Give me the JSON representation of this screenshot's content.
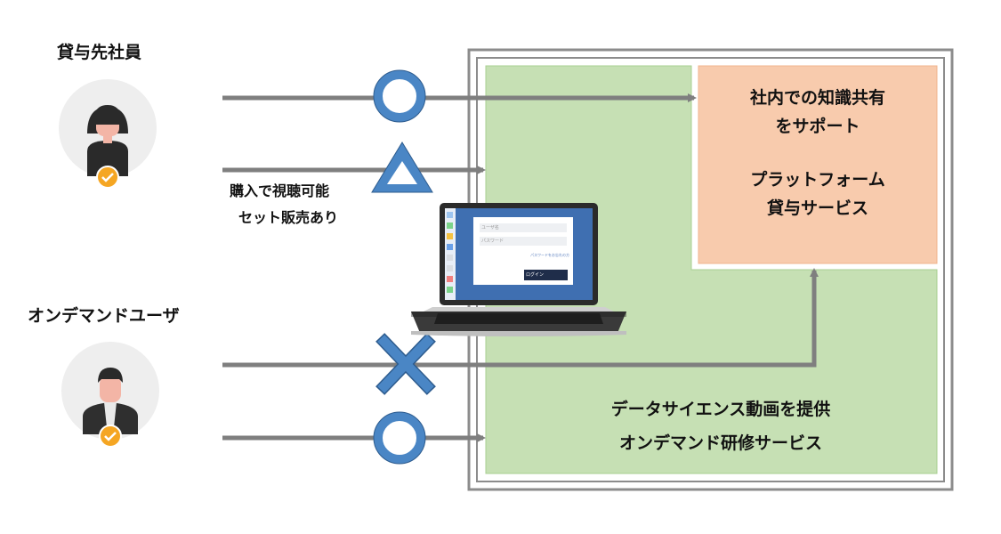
{
  "users": {
    "employee_label": "貸与先社員",
    "ondemand_label": "オンデマンドユーザ"
  },
  "notes": {
    "line1": "購入で視聴可能",
    "line2": "セット販売あり"
  },
  "platform_box": {
    "line1": "社内での知識共有",
    "line2": "をサポート",
    "line3": "プラットフォーム",
    "line4": "貸与サービス"
  },
  "service_box": {
    "line1": "データサイエンス動画を提供",
    "line2": "オンデマンド研修サービス"
  },
  "laptop_screen": {
    "field1": "ユーザ名",
    "field2": "パスワード",
    "link": "パスワードをお忘れの方",
    "button": "ログイン"
  },
  "colors": {
    "arrow": "#7f7f7f",
    "symbol_fill": "#4a86c5",
    "symbol_stroke": "#2e5c8e",
    "green_area": "#c6e0b4",
    "orange_area": "#f8cbad",
    "check_badge": "#f5a623"
  },
  "symbols": [
    "circle",
    "triangle",
    "cross",
    "circle"
  ]
}
